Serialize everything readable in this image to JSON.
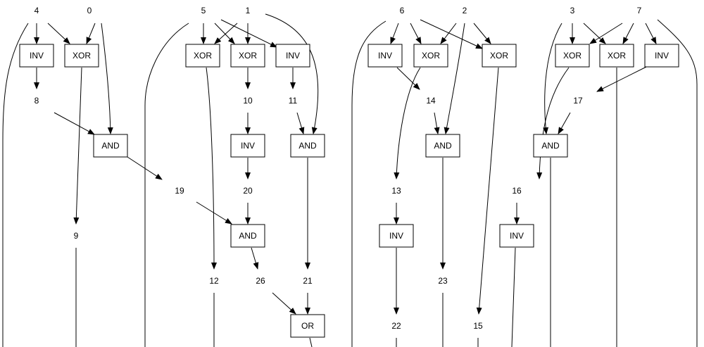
{
  "diagram": {
    "type": "logic-circuit-graph",
    "inputs": [
      {
        "id": "n4",
        "label": "4"
      },
      {
        "id": "n0",
        "label": "0"
      },
      {
        "id": "n5",
        "label": "5"
      },
      {
        "id": "n1",
        "label": "1"
      },
      {
        "id": "n6",
        "label": "6"
      },
      {
        "id": "n2",
        "label": "2"
      },
      {
        "id": "n3",
        "label": "3"
      },
      {
        "id": "n7",
        "label": "7"
      }
    ],
    "gates": [
      {
        "id": "g_inv_4",
        "label": "INV"
      },
      {
        "id": "g_xor_40",
        "label": "XOR"
      },
      {
        "id": "g_xor_51a",
        "label": "XOR"
      },
      {
        "id": "g_xor_51b",
        "label": "XOR"
      },
      {
        "id": "g_inv_5",
        "label": "INV"
      },
      {
        "id": "g_inv_6",
        "label": "INV"
      },
      {
        "id": "g_xor_62a",
        "label": "XOR"
      },
      {
        "id": "g_xor_62b",
        "label": "XOR"
      },
      {
        "id": "g_xor_37a",
        "label": "XOR"
      },
      {
        "id": "g_xor_37b",
        "label": "XOR"
      },
      {
        "id": "g_inv_7",
        "label": "INV"
      },
      {
        "id": "g_and_8_0",
        "label": "AND"
      },
      {
        "id": "g_inv_10",
        "label": "INV"
      },
      {
        "id": "g_and_11_1",
        "label": "AND"
      },
      {
        "id": "g_and_14_2",
        "label": "AND"
      },
      {
        "id": "g_and_3_17",
        "label": "AND"
      },
      {
        "id": "g_and_19_20",
        "label": "AND"
      },
      {
        "id": "g_inv_13",
        "label": "INV"
      },
      {
        "id": "g_inv_16",
        "label": "INV"
      },
      {
        "id": "g_or_26_21",
        "label": "OR"
      }
    ],
    "wires": [
      {
        "id": "n8",
        "label": "8"
      },
      {
        "id": "n9",
        "label": "9"
      },
      {
        "id": "n10",
        "label": "10"
      },
      {
        "id": "n11",
        "label": "11"
      },
      {
        "id": "n14",
        "label": "14"
      },
      {
        "id": "n17",
        "label": "17"
      },
      {
        "id": "n19",
        "label": "19"
      },
      {
        "id": "n20",
        "label": "20"
      },
      {
        "id": "n13",
        "label": "13"
      },
      {
        "id": "n16",
        "label": "16"
      },
      {
        "id": "n12",
        "label": "12"
      },
      {
        "id": "n26",
        "label": "26"
      },
      {
        "id": "n21",
        "label": "21"
      },
      {
        "id": "n23",
        "label": "23"
      },
      {
        "id": "n22",
        "label": "22"
      },
      {
        "id": "n15",
        "label": "15"
      }
    ]
  }
}
